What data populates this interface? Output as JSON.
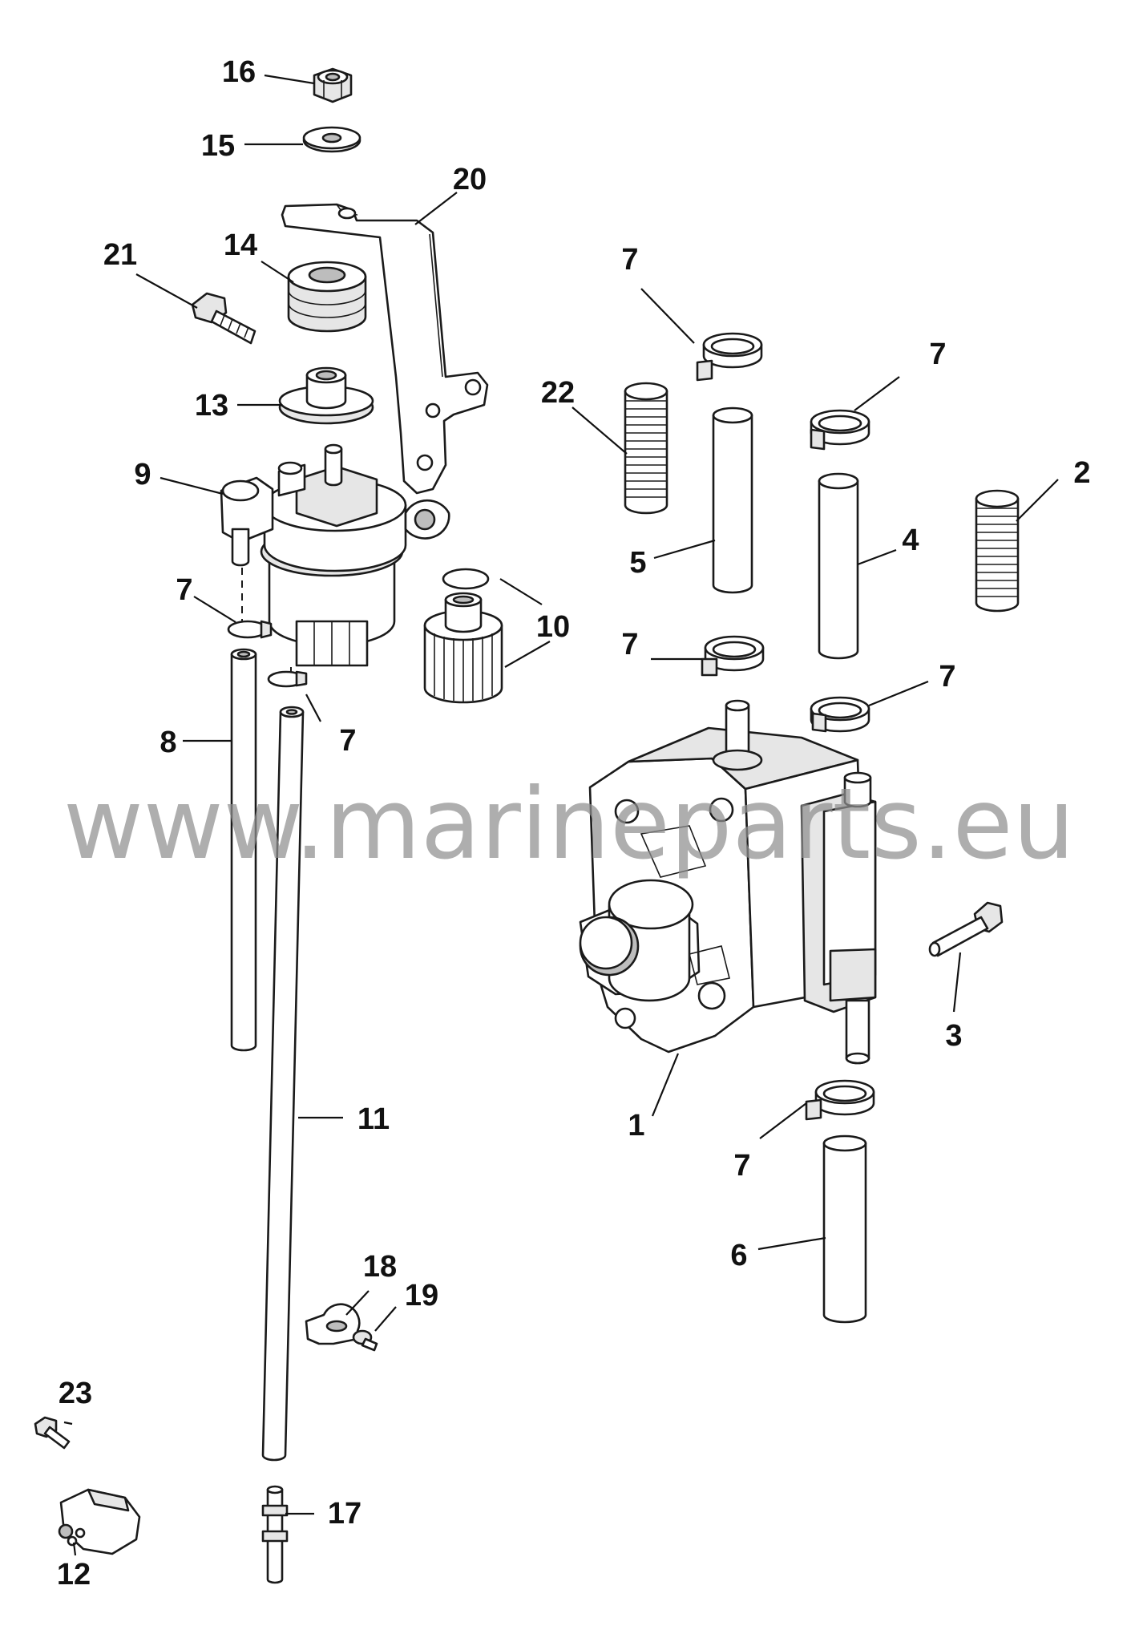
{
  "watermark": "www.marineparts.eu",
  "callouts": [
    {
      "id": "c16",
      "label": "16"
    },
    {
      "id": "c15",
      "label": "15"
    },
    {
      "id": "c20",
      "label": "20"
    },
    {
      "id": "c21",
      "label": "21"
    },
    {
      "id": "c14",
      "label": "14"
    },
    {
      "id": "c13",
      "label": "13"
    },
    {
      "id": "c9",
      "label": "9"
    },
    {
      "id": "c7a",
      "label": "7"
    },
    {
      "id": "c10",
      "label": "10"
    },
    {
      "id": "c8",
      "label": "8"
    },
    {
      "id": "c7b",
      "label": "7"
    },
    {
      "id": "c11",
      "label": "11"
    },
    {
      "id": "c18",
      "label": "18"
    },
    {
      "id": "c19",
      "label": "19"
    },
    {
      "id": "c23",
      "label": "23"
    },
    {
      "id": "c12",
      "label": "12"
    },
    {
      "id": "c17",
      "label": "17"
    },
    {
      "id": "c7c",
      "label": "7"
    },
    {
      "id": "c22",
      "label": "22"
    },
    {
      "id": "c7d",
      "label": "7"
    },
    {
      "id": "c2",
      "label": "2"
    },
    {
      "id": "c5",
      "label": "5"
    },
    {
      "id": "c4",
      "label": "4"
    },
    {
      "id": "c7e",
      "label": "7"
    },
    {
      "id": "c7f",
      "label": "7"
    },
    {
      "id": "c3",
      "label": "3"
    },
    {
      "id": "c1",
      "label": "1"
    },
    {
      "id": "c7g",
      "label": "7"
    },
    {
      "id": "c6",
      "label": "6"
    }
  ]
}
